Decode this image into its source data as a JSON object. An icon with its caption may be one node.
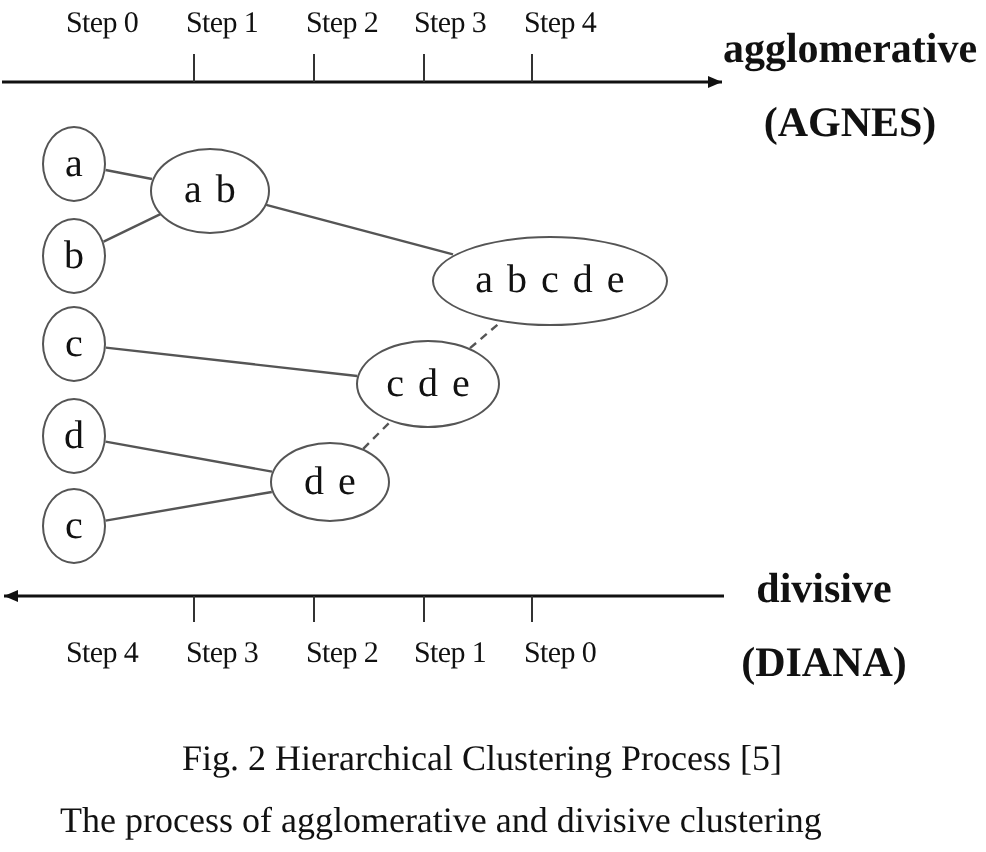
{
  "diagram": {
    "caption": "Fig. 2 Hierarchical Clustering Process [5]",
    "nodes": [
      {
        "text": [
          "a"
        ]
      },
      {
        "text": [
          "a b"
        ]
      },
      {
        "text": [
          "b"
        ]
      },
      {
        "text": [
          "a b c d e"
        ]
      },
      {
        "text": [
          "c"
        ]
      },
      {
        "text": [
          "c d e"
        ]
      },
      {
        "text": [
          "d"
        ]
      },
      {
        "text": [
          "d e"
        ]
      },
      {
        "text": [
          "c"
        ]
      }
    ],
    "edges": [
      {
        "from": 0,
        "to": 1,
        "arrow": "none"
      },
      {
        "from": 2,
        "to": 1,
        "arrow": "none"
      },
      {
        "from": 1,
        "to": 3,
        "arrow": "none"
      },
      {
        "from": 5,
        "to": 3,
        "arrow": "none",
        "style": "dashed"
      },
      {
        "from": 4,
        "to": 5,
        "arrow": "none"
      },
      {
        "from": 7,
        "to": 5,
        "arrow": "none",
        "style": "dashed"
      },
      {
        "from": 6,
        "to": 7,
        "arrow": "none"
      },
      {
        "from": 8,
        "to": 7,
        "arrow": "none"
      }
    ],
    "labels": [
      "Step 0",
      "Step 1",
      "Step 2",
      "Step 3",
      "Step 4",
      "agglomerative (AGNES)",
      "divisive (DIANA)",
      "Step 4",
      "Step 3",
      "Step 2",
      "Step 1",
      "Step 0",
      "The process of agglomerative and divisive clustering"
    ]
  }
}
